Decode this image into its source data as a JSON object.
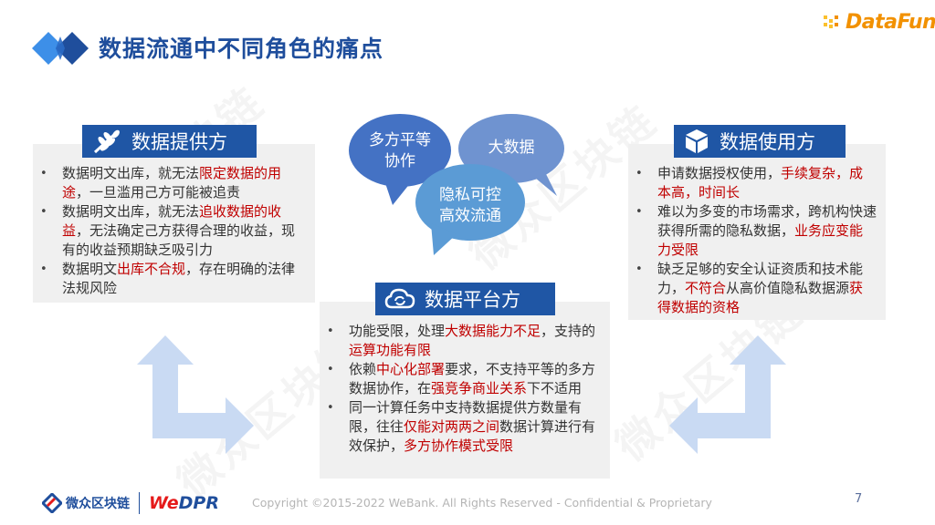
{
  "header": {
    "title": "数据流通中不同角色的痛点",
    "brand": "DataFun."
  },
  "watermark": "微众区块链",
  "bubbles": [
    {
      "text_line1": "多方平等",
      "text_line2": "协作",
      "color": "#4472c4"
    },
    {
      "text_line1": "大数据",
      "color": "#6f93d0"
    },
    {
      "text_line1": "隐私可控",
      "text_line2": "高效流通",
      "color": "#5b9bd5"
    }
  ],
  "panels": {
    "provider": {
      "title": "数据提供方",
      "icon": "wheat-icon",
      "items": [
        {
          "parts": [
            {
              "t": "数据明文出库，就无法"
            },
            {
              "t": "限定数据的用途",
              "red": true
            },
            {
              "t": "，一旦滥用己方可能被追责"
            }
          ]
        },
        {
          "parts": [
            {
              "t": "数据明文出库，就无法"
            },
            {
              "t": "追收数据的收益",
              "red": true
            },
            {
              "t": "，无法确定己方获得合理的收益，现有的收益预期缺乏吸引力"
            }
          ]
        },
        {
          "parts": [
            {
              "t": "数据明文"
            },
            {
              "t": "出库不合规",
              "red": true
            },
            {
              "t": "，存在明确的法律法规风险"
            }
          ]
        }
      ]
    },
    "user": {
      "title": "数据使用方",
      "icon": "box-icon",
      "items": [
        {
          "parts": [
            {
              "t": "申请数据授权使用，"
            },
            {
              "t": "手续复杂，成本高，时间长",
              "red": true
            }
          ]
        },
        {
          "parts": [
            {
              "t": "难以为多变的市场需求，跨机构快速获得所需的隐私数据，"
            },
            {
              "t": "业务应变能力受限",
              "red": true
            }
          ]
        },
        {
          "parts": [
            {
              "t": "缺乏足够的安全认证资质和技术能力，"
            },
            {
              "t": "不符合",
              "red": true
            },
            {
              "t": "从高价值隐私数据源"
            },
            {
              "t": "获得数据的资格",
              "red": true
            }
          ]
        }
      ]
    },
    "platform": {
      "title": "数据平台方",
      "icon": "cloud-sync-icon",
      "items": [
        {
          "parts": [
            {
              "t": "功能受限，处理"
            },
            {
              "t": "大数据能力不足",
              "red": true
            },
            {
              "t": "，支持的"
            },
            {
              "t": "运算功能有限",
              "red": true
            }
          ]
        },
        {
          "parts": [
            {
              "t": "依赖"
            },
            {
              "t": "中心化部署",
              "red": true
            },
            {
              "t": "要求，不支持平等的多方数据协作，在"
            },
            {
              "t": "强竞争商业关系",
              "red": true
            },
            {
              "t": "下不适用"
            }
          ]
        },
        {
          "parts": [
            {
              "t": "同一计算任务中支持数据提供方数量有限，往往"
            },
            {
              "t": "仅能对两两之间",
              "red": true
            },
            {
              "t": "数据计算进行有效保护，"
            },
            {
              "t": "多方协作模式受限",
              "red": true
            }
          ]
        }
      ]
    }
  },
  "footer": {
    "logo_cn": "微众区块链",
    "logo_we": "We",
    "logo_dpr": "DPR",
    "copyright": "Copyright ©2015-2022 WeBank. All Rights Reserved - Confidential & Proprietary",
    "page_number": "7"
  },
  "colors": {
    "title": "#1f4e9c",
    "header_bg": "#1f56a5",
    "highlight": "#c00000",
    "panel_bg": "#f0f0f0",
    "arrow": "#c9daf3"
  }
}
